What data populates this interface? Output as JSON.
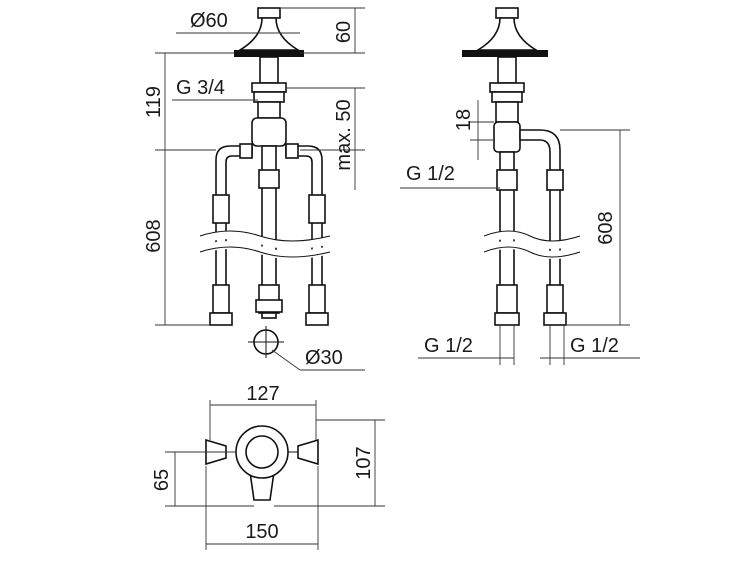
{
  "dimensions": {
    "front": {
      "spindle_diameter": "Ø60",
      "top_height": "60",
      "thread_top": "G 3/4",
      "upper_length": "119",
      "max_length": "max. 50",
      "pipe_length": "608",
      "hole_diameter": "Ø30"
    },
    "side": {
      "offset": "18",
      "inlet_thread": "G 1/2",
      "pipe_length": "608",
      "outlet_left": "G 1/2",
      "outlet_right": "G 1/2"
    },
    "plan": {
      "handle_width": "127",
      "overall_depth": "107",
      "center_offset": "65",
      "overall_width": "150"
    }
  }
}
